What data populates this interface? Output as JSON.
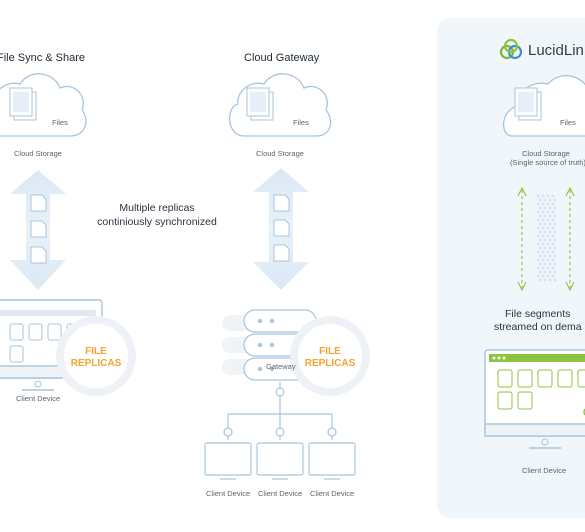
{
  "columns": {
    "sync": {
      "title": "File Sync & Share",
      "cloud_files": "Files",
      "cloud_label": "Cloud Storage",
      "replicas_line1": "FILE",
      "replicas_line2": "REPLICAS",
      "device_label": "Client Device"
    },
    "gateway": {
      "title": "Cloud Gateway",
      "cloud_files": "Files",
      "cloud_label": "Cloud Storage",
      "replicas_line1": "FILE",
      "replicas_line2": "REPLICAS",
      "gateway_label": "Gateway",
      "client_labels": [
        "Client Device",
        "Client Device",
        "Client Device"
      ]
    },
    "lucidlink": {
      "brand": "LucidLin",
      "cloud_files": "Files",
      "cloud_label_line1": "Cloud Storage",
      "cloud_label_line2": "(Single source of truth)",
      "segments_line1": "File segments",
      "segments_line2": "streamed on dema",
      "device_label": "Client Device"
    }
  },
  "middle_note": {
    "line1": "Multiple replicas",
    "line2": "continiously synchronized"
  },
  "colors": {
    "line_blue": "#a9c4de",
    "fill_blue": "#e6eff8",
    "panel_bg": "#f1f6fb",
    "orange": "#f0a531",
    "green": "#8cc43f",
    "brand_green": "#7ab83a",
    "brand_blue": "#3d8fcf"
  }
}
